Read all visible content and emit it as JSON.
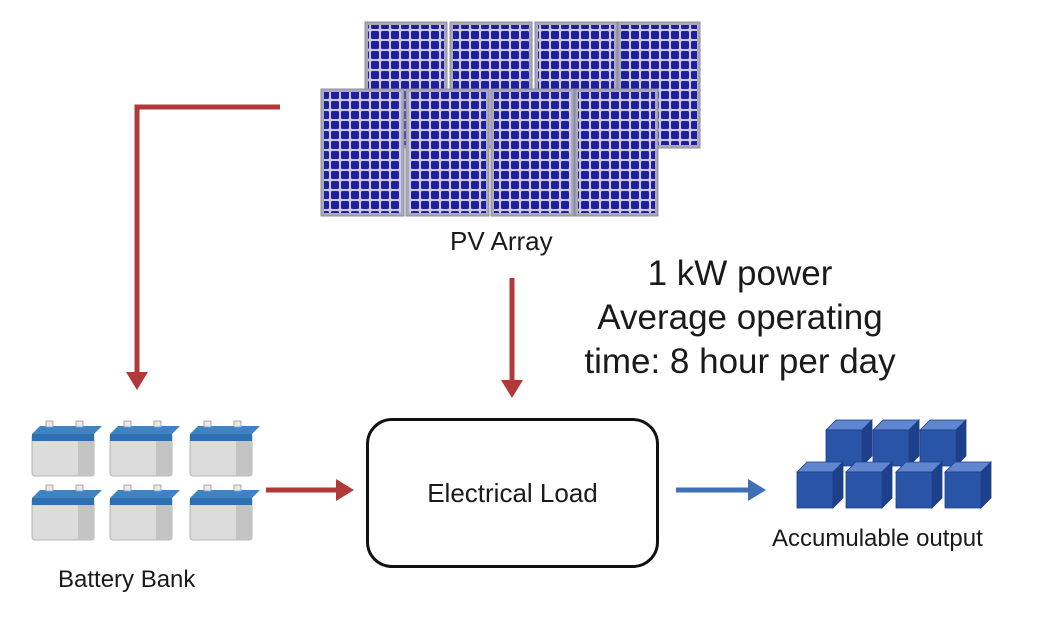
{
  "labels": {
    "pv_array": "PV Array",
    "battery_bank": "Battery Bank",
    "electrical_load": "Electrical Load",
    "accumulable_output": "Accumulable output"
  },
  "annotation": {
    "line1": "1 kW power",
    "line2": "Average operating",
    "line3": "time: 8 hour per day"
  },
  "colors": {
    "power_arrow": "#b03a3a",
    "output_arrow": "#3f6fb5",
    "panel_cell": "#1f1f9e",
    "panel_frame": "#a9a9b8",
    "battery_body": "#dcdcdc",
    "battery_top": "#2f6fb0",
    "cube": "#2a54a8"
  },
  "icons": {
    "pv": "solar-panel-icon",
    "battery": "battery-icon",
    "output": "cube-icon"
  }
}
